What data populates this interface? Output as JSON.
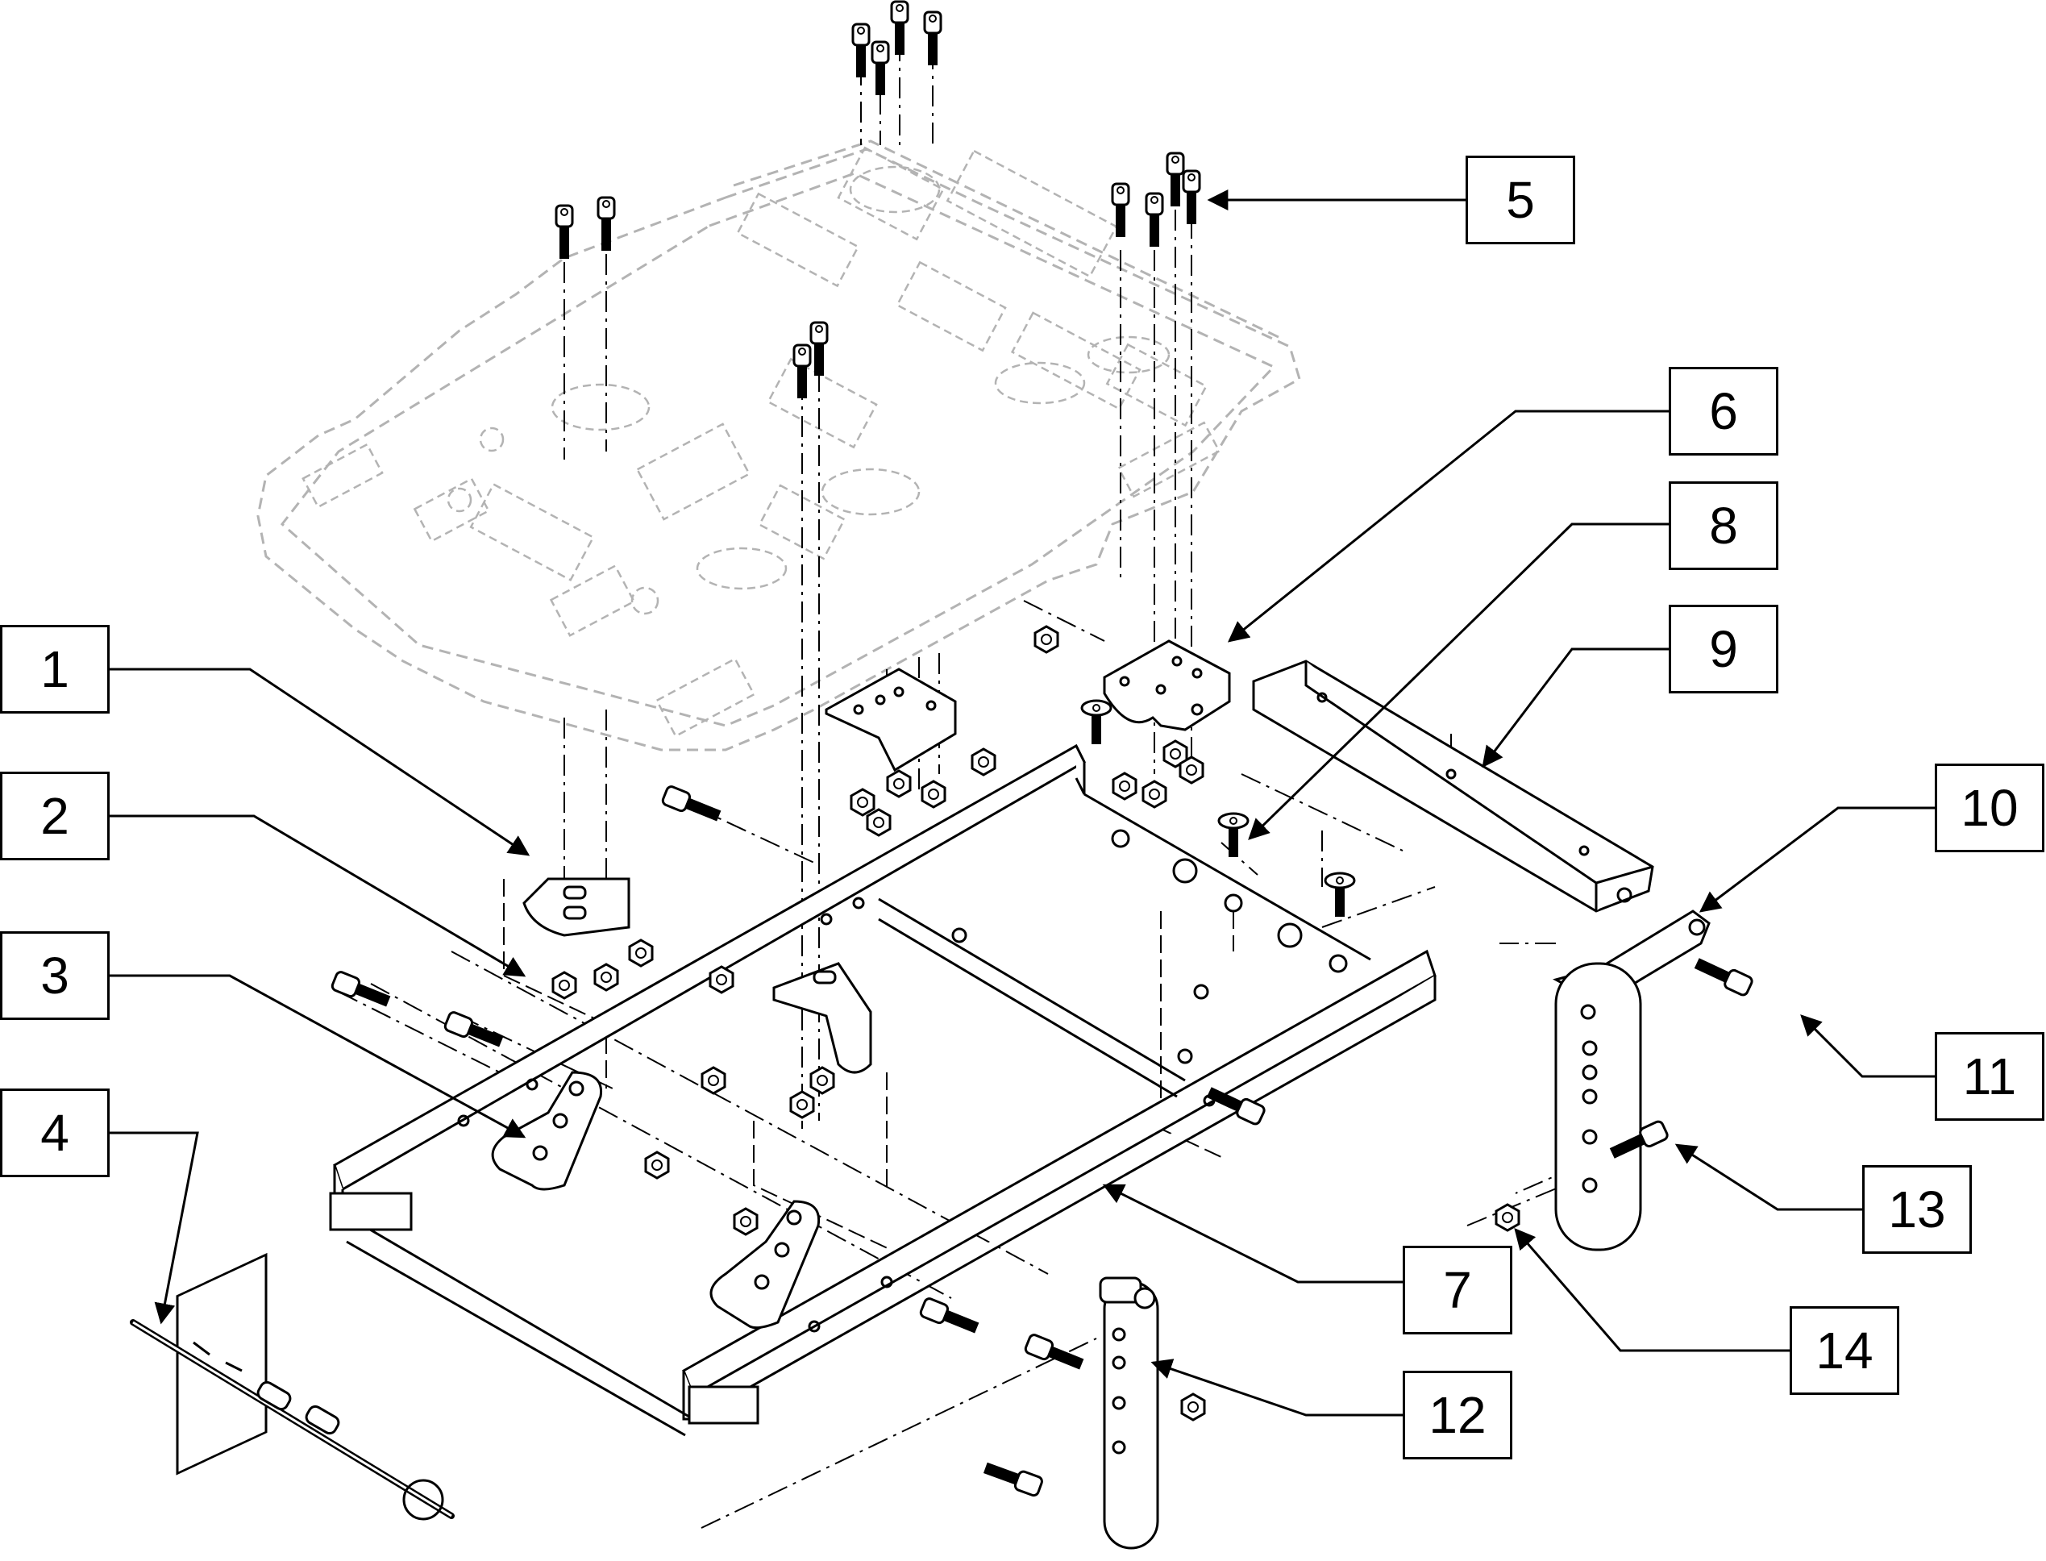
{
  "diagram": {
    "callouts": [
      {
        "label": "1"
      },
      {
        "label": "2"
      },
      {
        "label": "3"
      },
      {
        "label": "4"
      },
      {
        "label": "5"
      },
      {
        "label": "6"
      },
      {
        "label": "7"
      },
      {
        "label": "8"
      },
      {
        "label": "9"
      },
      {
        "label": "10"
      },
      {
        "label": "11"
      },
      {
        "label": "12"
      },
      {
        "label": "13"
      },
      {
        "label": "14"
      }
    ],
    "colors": {
      "line": "#000000",
      "ghost": "#b3b3b3",
      "background": "#ffffff"
    }
  }
}
